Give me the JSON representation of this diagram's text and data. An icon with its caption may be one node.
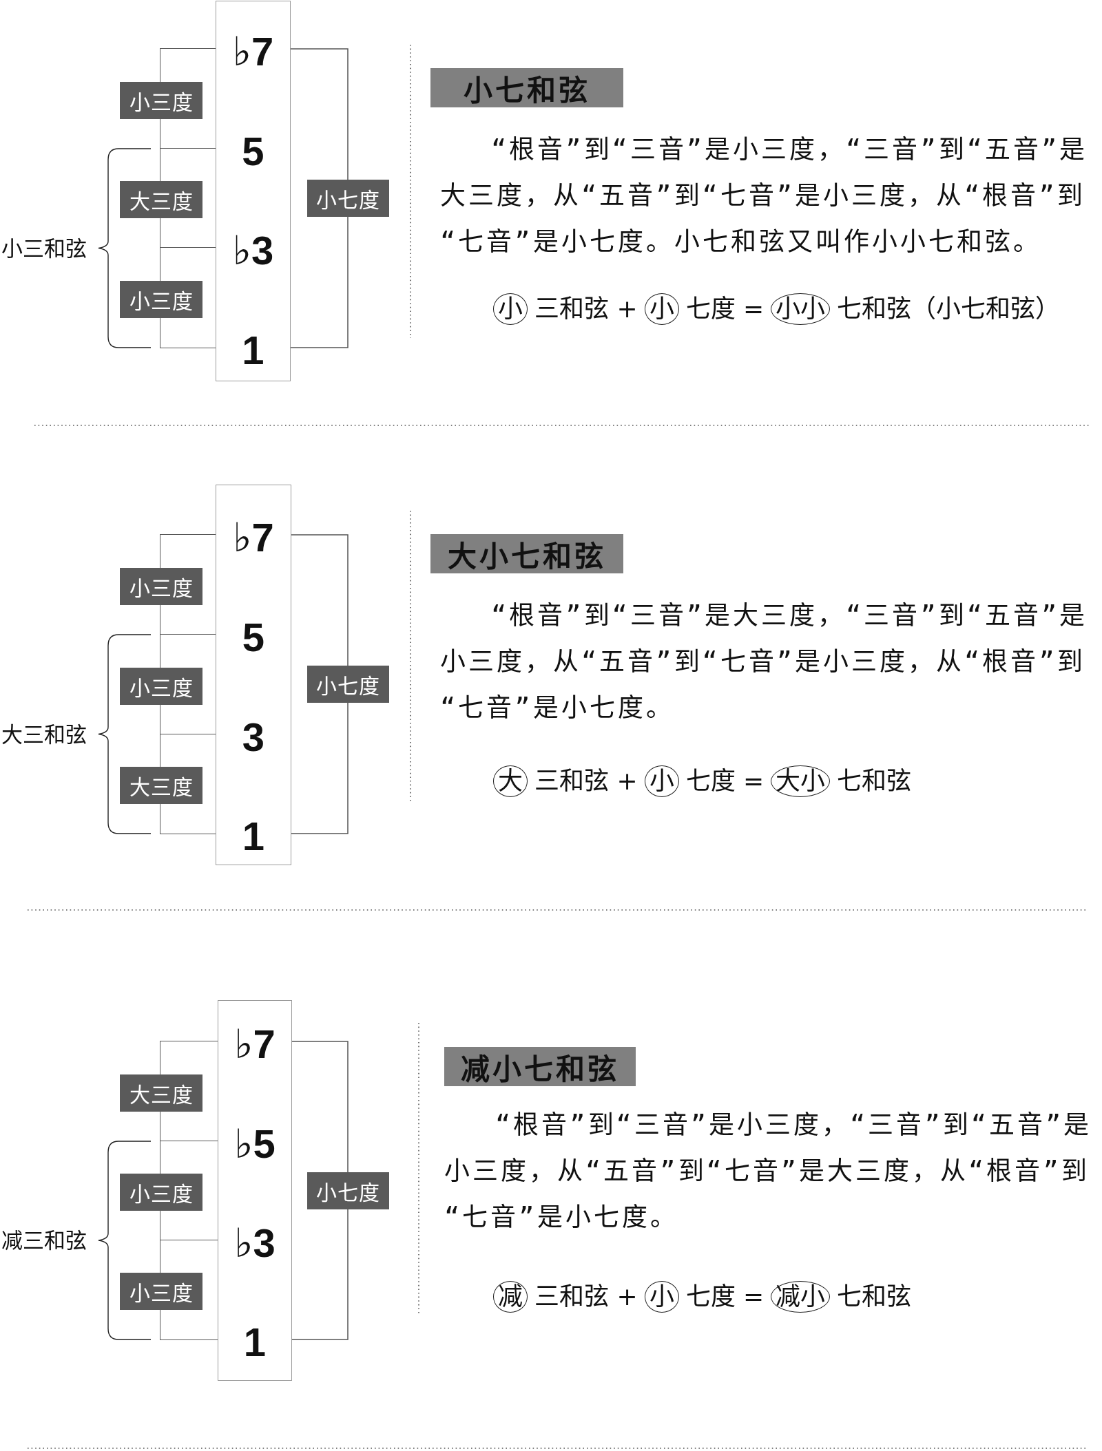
{
  "diagram": {
    "nodes": [
      {
        "text": [
          "♭7",
          "5",
          "♭3",
          "1"
        ]
      },
      {
        "text": [
          "小三度"
        ]
      },
      {
        "text": [
          "大三度"
        ]
      },
      {
        "text": [
          "小三度"
        ]
      },
      {
        "text": [
          "小七度"
        ]
      },
      {
        "text": [
          "小七和弦"
        ]
      },
      {
        "text": [
          "小"
        ]
      },
      {
        "text": [
          "小"
        ]
      },
      {
        "text": [
          "小小"
        ]
      },
      {
        "text": [
          "♭7",
          "5",
          "3",
          "1"
        ]
      },
      {
        "text": [
          "小三度"
        ]
      },
      {
        "text": [
          "小三度"
        ]
      },
      {
        "text": [
          "大三度"
        ]
      },
      {
        "text": [
          "小七度"
        ]
      },
      {
        "text": [
          "大小七和弦"
        ]
      },
      {
        "text": [
          "大"
        ]
      },
      {
        "text": [
          "小"
        ]
      },
      {
        "text": [
          "大小"
        ]
      },
      {
        "text": [
          "♭7",
          "♭5",
          "♭3",
          "1"
        ]
      },
      {
        "text": [
          "大三度"
        ]
      },
      {
        "text": [
          "小三度"
        ]
      },
      {
        "text": [
          "小三度"
        ]
      },
      {
        "text": [
          "小七度"
        ]
      },
      {
        "text": [
          "减小七和弦"
        ]
      },
      {
        "text": [
          "减"
        ]
      },
      {
        "text": [
          "小"
        ]
      },
      {
        "text": [
          "减小"
        ]
      }
    ],
    "labels": [
      "小三和弦",
      "“根音”到“三音”是小三度，“三音”到“五音”是大三度，从“五音”到“七音”是小三度，从“根音”到“七音”是小七度。小七和弦又叫作小小七和弦。",
      "三和弦 +",
      "七度 =",
      "七和弦（小七和弦）",
      "大三和弦",
      "“根音”到“三音”是大三度，“三音”到“五音”是小三度，从“五音”到“七音”是小三度，从“根音”到“七音”是小七度。",
      "三和弦 +",
      "七度 =",
      "七和弦",
      "减三和弦",
      "“根音”到“三音”是小三度，“三音”到“五音”是小三度，从“五音”到“七音”是大三度，从“根音”到“七音”是小七度。",
      "三和弦 +",
      "七度 =",
      "七和弦"
    ]
  }
}
